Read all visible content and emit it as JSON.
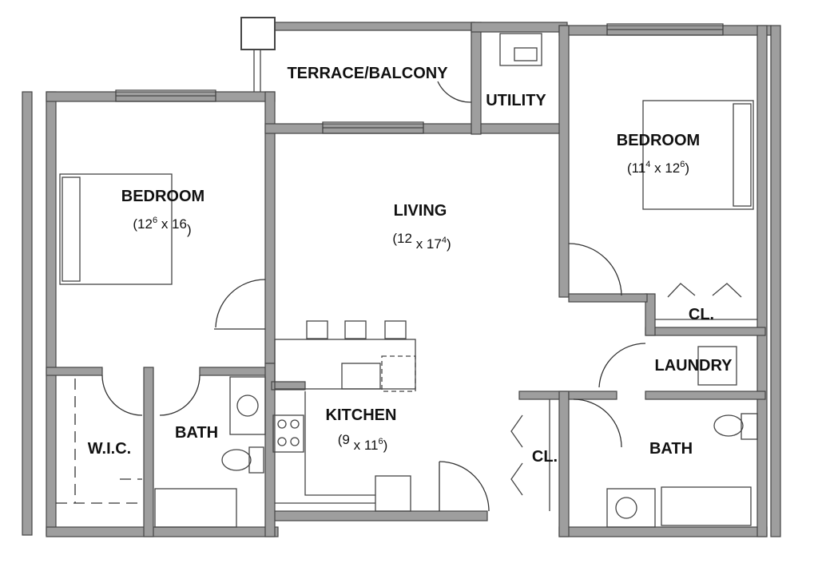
{
  "rooms": {
    "terrace": {
      "label": "TERRACE/BALCONY"
    },
    "utility": {
      "label": "UTILITY"
    },
    "bedroom_left": {
      "label": "BEDROOM",
      "dim_a": "12",
      "dim_a_sup": "6",
      "dim_mid": " x 16",
      "dim_b_sup": ""
    },
    "bedroom_right": {
      "label": "BEDROOM",
      "dim_a": "11",
      "dim_a_sup": "4",
      "dim_mid": " x 12",
      "dim_b_sup": "6"
    },
    "living": {
      "label": "LIVING",
      "dim_a": "12",
      "dim_a_sup": "",
      "dim_mid": " x 17",
      "dim_b_sup": "4"
    },
    "kitchen": {
      "label": "KITCHEN",
      "dim_a": "9",
      "dim_a_sup": "",
      "dim_mid": " x 11",
      "dim_b_sup": "6"
    },
    "closet_upper": {
      "label": "CL."
    },
    "laundry": {
      "label": "LAUNDRY"
    },
    "bath_left": {
      "label": "BATH"
    },
    "wic": {
      "label": "W.I.C."
    },
    "closet_lower": {
      "label": "CL."
    },
    "bath_right": {
      "label": "BATH"
    }
  },
  "colors": {
    "wall": "#9e9e9e",
    "line": "#333333",
    "background": "#ffffff"
  }
}
